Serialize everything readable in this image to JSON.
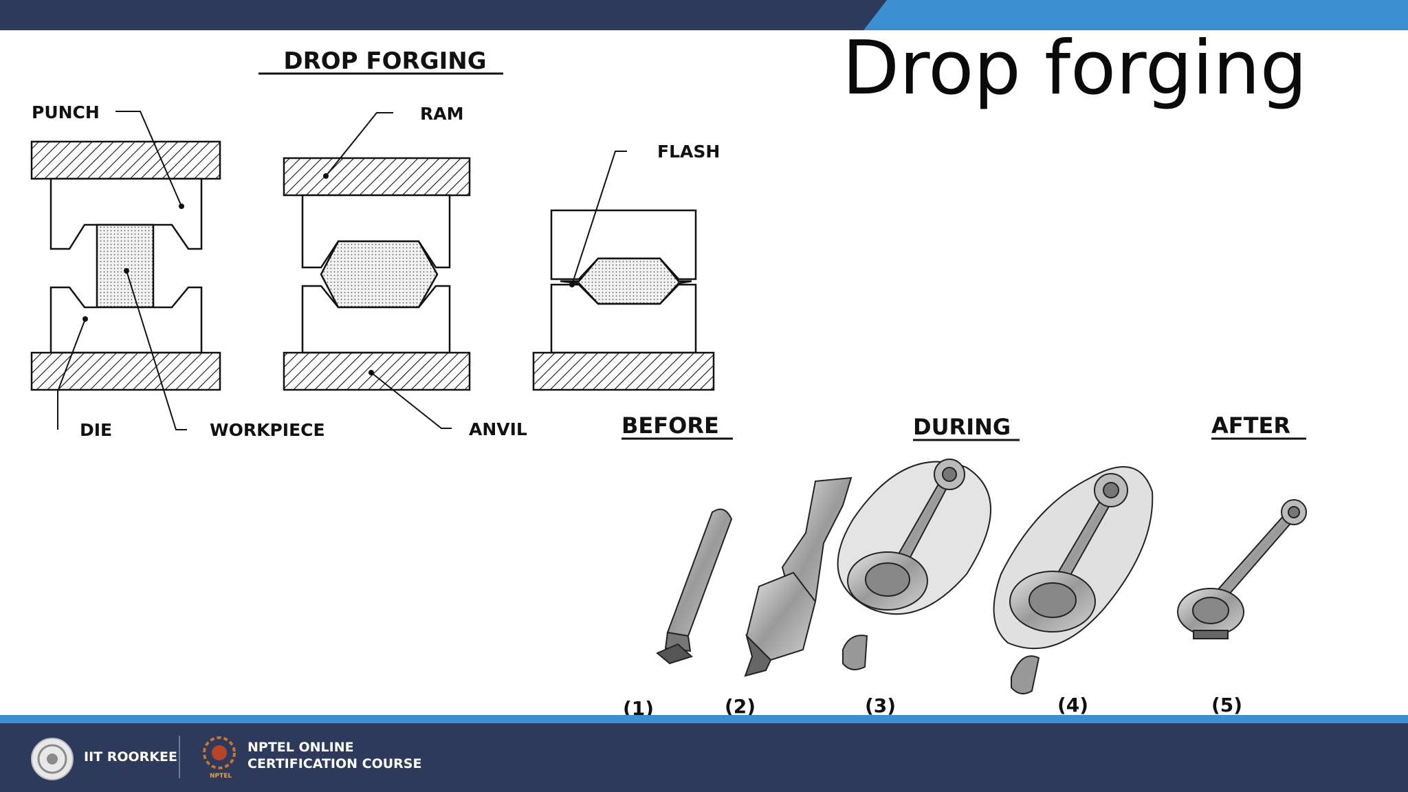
{
  "slide": {
    "title": "Drop forging"
  },
  "diagram": {
    "heading": "DROP FORGING",
    "labels": {
      "punch": "PUNCH",
      "ram": "RAM",
      "flash": "FLASH",
      "die": "DIE",
      "workpiece": "WORKPIECE",
      "anvil": "ANVIL"
    }
  },
  "stages": {
    "headers": {
      "before": "BEFORE",
      "during": "DURING",
      "after": "AFTER"
    },
    "steps": [
      "(1)",
      "(2)",
      "(3)",
      "(4)",
      "(5)"
    ]
  },
  "footer": {
    "institute": "IIT ROORKEE",
    "course_line1": "NPTEL ONLINE",
    "course_line2": "CERTIFICATION COURSE",
    "nptel_badge": "NPTEL"
  },
  "colors": {
    "header_bar": "#2e3a5c",
    "accent": "#3c8fd0",
    "footer": "#2e3a5c"
  },
  "icons": [
    "iit-roorkee-logo-icon",
    "nptel-logo-icon"
  ]
}
